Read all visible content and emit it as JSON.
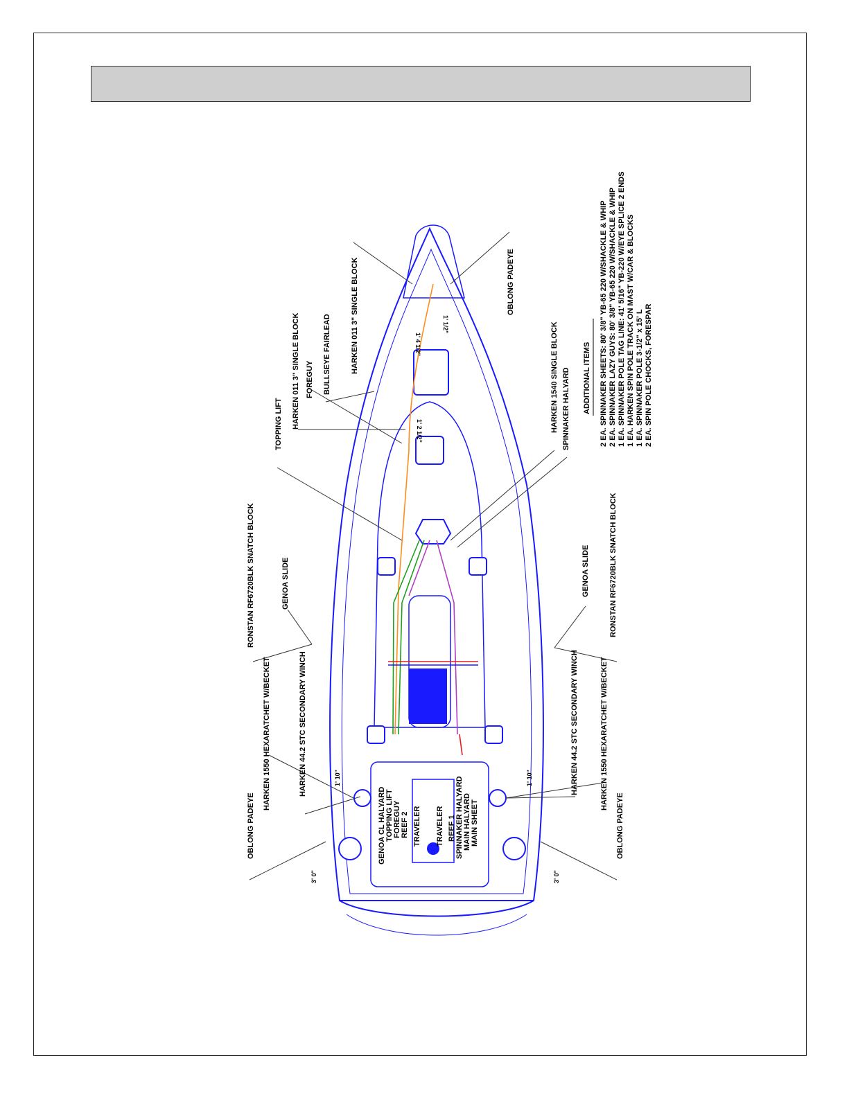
{
  "labels": {
    "top": [
      "RONSTAN RF6720BLK SNATCH BLOCK",
      "GENOA SLIDE",
      "HARKEN 1550 HEXARATCHET W/BECKET",
      "HARKEN 44.2 STC SECONDARY WINCH",
      "OBLONG PADEYE",
      "TOPPING LIFT",
      "HARKEN 011 3\" SINGLE BLOCK",
      "FOREGUY",
      "BULLSEYE FAIRLEAD",
      "HARKEN 011 3\" SINGLE BLOCK"
    ],
    "bottom": [
      "RONSTAN RF6720BLK SNATCH BLOCK",
      "GENOA SLIDE",
      "HARKEN 1550 HEXARATCHET W/BECKET",
      "HARKEN 44.2 STC SECONDARY WINCH",
      "OBLONG PADEYE",
      "HARKEN 1540 SINGLE BLOCK",
      "SPINNAKER HALYARD",
      "OBLONG PADEYE"
    ],
    "lines_port": [
      "GENOA CL HALYARD",
      "TOPPING LIFT",
      "FOREGUY",
      "REEF 2",
      "TRAVELER"
    ],
    "lines_stbd": [
      "TRAVELER",
      "REEF 1",
      "SPINNAKER HALYARD",
      "MAIN HALYARD",
      "MAIN SHEET"
    ]
  },
  "dimensions": [
    "1' 10\"",
    "1' 10\"",
    "3' 0\"",
    "3' 0\"",
    "1' 1/2\"",
    "1' 2 1/2\"",
    "1' 4 1/2\""
  ],
  "additional_items": {
    "title": "ADDITIONAL ITEMS",
    "items": [
      "2 EA. SPINNAKER SHEETS: 80' 3/8\" YB-65 220 W/SHACKLE & WHIP",
      "2 EA. SPINNAKER LAZY GUYS: 80' 3/8\" YB-65 220 W/SHACKLE & WHIP",
      "1 EA. SPINNAKER POLE TAG LINE: 41' 5/16\" YB-220 W/EYE SPLICE 2 ENDS",
      "1 EA. HARKEN SPIN POLE TRACK ON MAST W/CAR & BLOCKS",
      "1 EA. SPINNAKER POLE 3-1/2\" x 15' L",
      "2 EA. SPIN POLE CHOCKS, FORESPAR"
    ]
  },
  "colors": {
    "outline": "#1a1aff",
    "halyard_orange": "#ff8c1a",
    "line_green": "#1ea01e",
    "line_purple": "#b040c0",
    "line_red": "#e02020",
    "header_fill": "#cfcfcf"
  }
}
